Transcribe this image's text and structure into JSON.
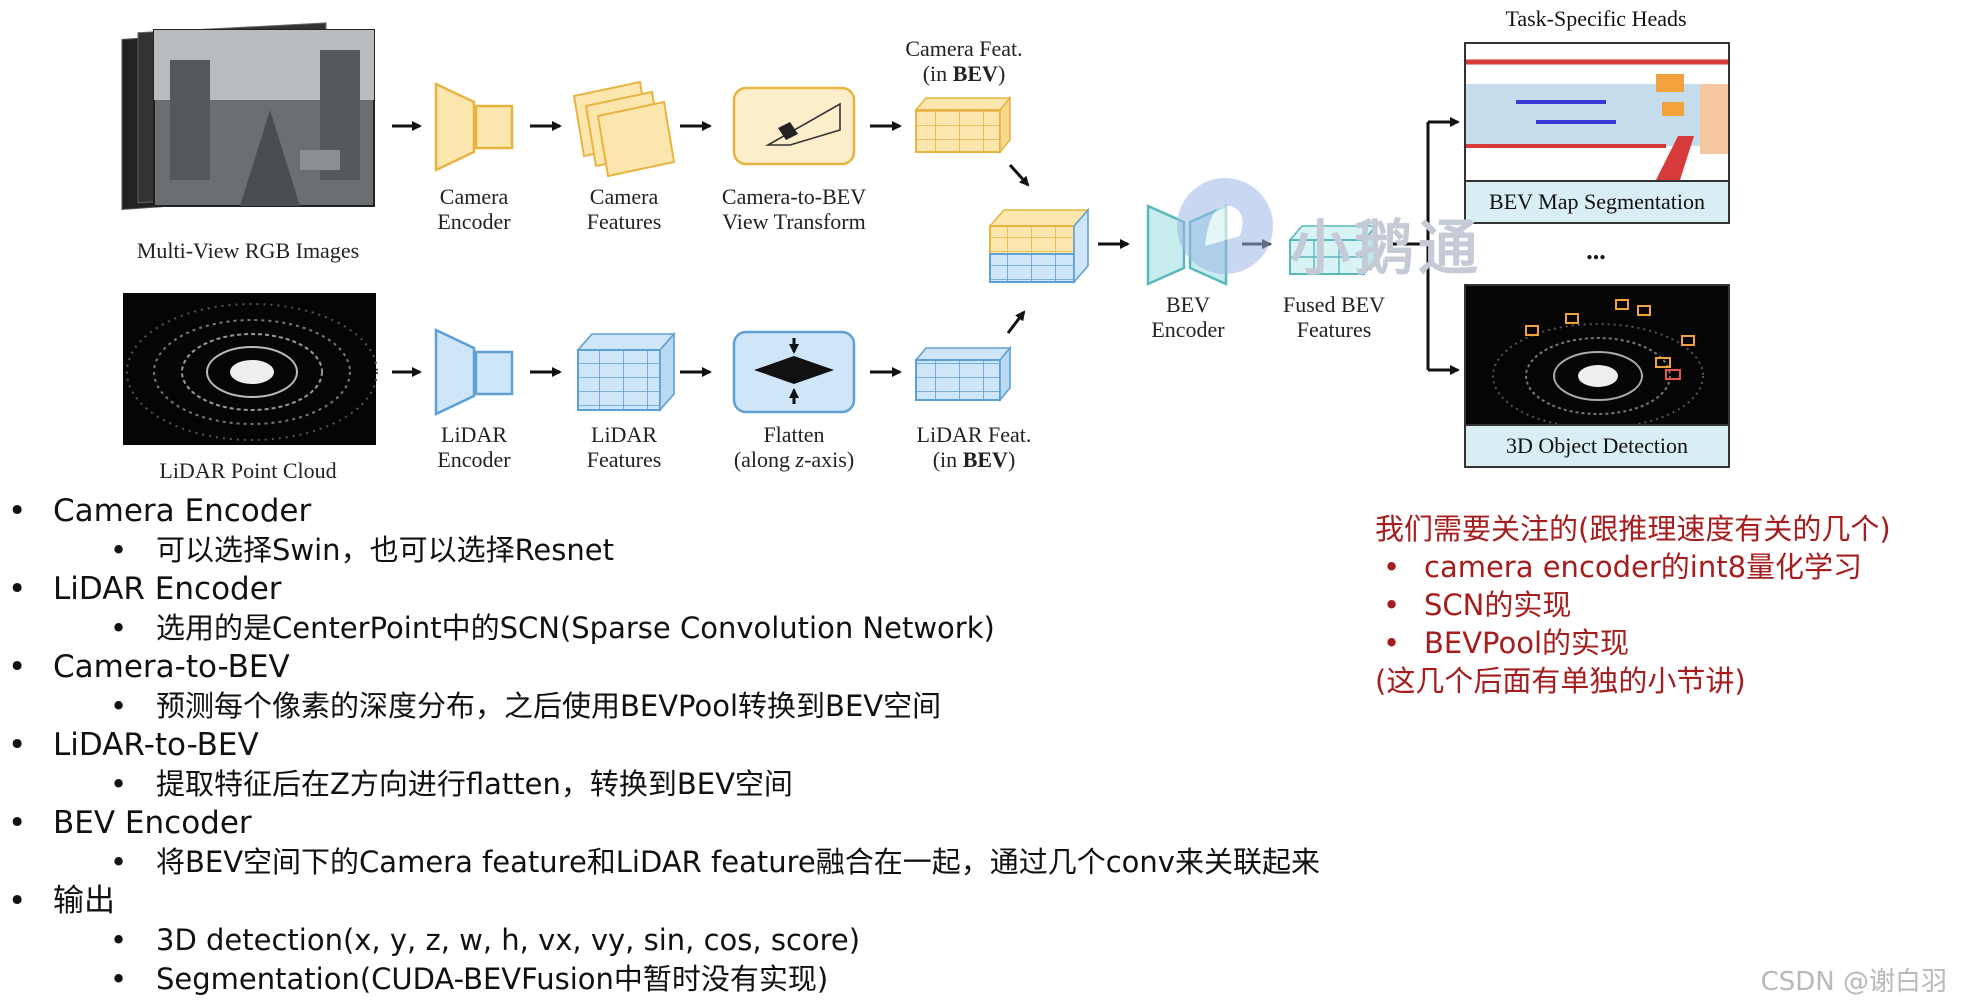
{
  "diagram": {
    "multiview_label": "Multi-View RGB Images",
    "lidar_cloud_label": "LiDAR Point Cloud",
    "camera_encoder": [
      "Camera",
      "Encoder"
    ],
    "camera_features": [
      "Camera",
      "Features"
    ],
    "camera_to_bev": [
      "Camera-to-BEV",
      "View Transform"
    ],
    "camera_feat_bev": [
      "Camera Feat.",
      "(in ",
      "BEV",
      ")"
    ],
    "lidar_encoder": [
      "LiDAR",
      "Encoder"
    ],
    "lidar_features": [
      "LiDAR",
      "Features"
    ],
    "flatten": [
      "Flatten",
      "(along ",
      "z",
      "-axis)"
    ],
    "lidar_feat_bev": [
      "LiDAR Feat.",
      "(in ",
      "BEV",
      ")"
    ],
    "bev_encoder": [
      "BEV",
      "Encoder"
    ],
    "fused_bev": [
      "Fused BEV",
      "Features"
    ],
    "task_heads": "Task-Specific Heads",
    "map_seg": "BEV Map Segmentation",
    "ellipsis": "...",
    "det3d": "3D Object Detection",
    "watermark": "小鹅通"
  },
  "notes": [
    {
      "title": "Camera Encoder",
      "sub": [
        "可以选择Swin，也可以选择Resnet"
      ]
    },
    {
      "title": "LiDAR Encoder",
      "sub": [
        "选用的是CenterPoint中的SCN(Sparse Convolution Network)"
      ]
    },
    {
      "title": "Camera-to-BEV",
      "sub": [
        "预测每个像素的深度分布，之后使用BEVPool转换到BEV空间"
      ]
    },
    {
      "title": "LiDAR-to-BEV",
      "sub": [
        "提取特征后在Z方向进行flatten，转换到BEV空间"
      ]
    },
    {
      "title": "BEV Encoder",
      "sub": [
        "将BEV空间下的Camera feature和LiDAR feature融合在一起，通过几个conv来关联起来"
      ]
    },
    {
      "title": "输出",
      "sub": [
        "3D detection(x, y, z, w, h, vx, vy, sin, cos, score)",
        "Segmentation(CUDA-BEVFusion中暂时没有实现)"
      ]
    }
  ],
  "focus": {
    "title": "我们需要关注的(跟推理速度有关的几个)",
    "items": [
      "camera encoder的int8量化学习",
      "SCN的实现",
      "BEVPool的实现"
    ],
    "footer": "(这几个后面有单独的小节讲)"
  },
  "credit": "CSDN @谢白羽",
  "colors": {
    "camera": "#f0c664",
    "camera_fill": "#fbe7ad",
    "lidar": "#5e9fd4",
    "lidar_fill": "#cfe6f8",
    "fused": "#8fd6d8",
    "note_red": "#a51d1d"
  }
}
